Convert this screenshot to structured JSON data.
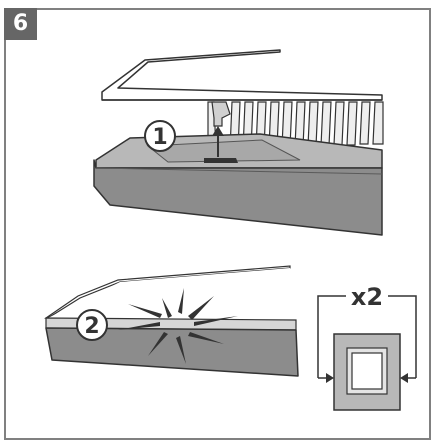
{
  "step": {
    "number": "6"
  },
  "callouts": {
    "one": "1",
    "two": "2"
  },
  "quantity": {
    "label": "x2"
  },
  "colors": {
    "badge": "#666666",
    "frame": "#808080",
    "base_dark": "#8a8a8a",
    "base_mid": "#b5b5b5",
    "base_light": "#d6d6d6",
    "line": "#333333"
  },
  "icons": {
    "arrow_up": "arrow-up-icon",
    "snap_burst": "click-burst-icon",
    "square_clip": "square-clip-icon"
  }
}
